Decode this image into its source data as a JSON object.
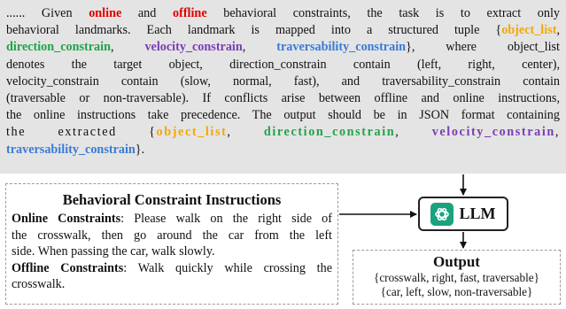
{
  "prompt": {
    "lines": [
      [
        {
          "t": "...... Given "
        },
        {
          "t": "online",
          "c": "kw-red"
        },
        {
          "t": " and "
        },
        {
          "t": "offline",
          "c": "kw-red"
        },
        {
          "t": " behavioral constraints, the task is to extract only"
        }
      ],
      [
        {
          "t": "behavioral landmarks. Each landmark is mapped into a structured tuple {"
        },
        {
          "t": "object_list",
          "c": "kw-orange"
        },
        {
          "t": ","
        }
      ],
      [
        {
          "t": "direction_constrain",
          "c": "kw-green"
        },
        {
          "t": ", "
        },
        {
          "t": "velocity_constrain",
          "c": "kw-purple"
        },
        {
          "t": ", "
        },
        {
          "t": "traversability_constrain",
          "c": "kw-blue"
        },
        {
          "t": "}, where object_list"
        }
      ],
      [
        {
          "t": "denotes the target object, direction_constrain contain (left, right, center),"
        }
      ],
      [
        {
          "t": "velocity_constrain contain (slow, normal, fast), and traversability_constrain contain"
        }
      ],
      [
        {
          "t": "(traversable or non-traversable). If conflicts arise between offline and online instructions,"
        }
      ],
      [
        {
          "t": "the online instructions take precedence. The output should be in JSON format containing"
        }
      ],
      [
        {
          "t": "the extracted {",
          "s": true
        },
        {
          "t": "object_list",
          "c": "kw-orange",
          "s": true
        },
        {
          "t": ", ",
          "s": true
        },
        {
          "t": "direction_constrain",
          "c": "kw-green",
          "s": true
        },
        {
          "t": ", ",
          "s": true
        },
        {
          "t": "velocity_constrain",
          "c": "kw-purple",
          "s": true
        },
        {
          "t": ",",
          "s": true
        }
      ],
      [
        {
          "t": "traversability_constrain",
          "c": "kw-blue"
        },
        {
          "t": "}."
        }
      ]
    ]
  },
  "constraints": {
    "title": "Behavioral Constraint Instructions",
    "online_label": "Online Constraints",
    "online_lines": [
      ": Please walk on the right side of",
      "the crosswalk, then go around the car from the left",
      "side. When passing the car, walk slowly."
    ],
    "offline_label": "Offline Constraints",
    "offline_lines": [
      ": Walk quickly while crossing the",
      "crosswalk."
    ]
  },
  "llm": {
    "label": "LLM",
    "icon": "openai-logo-icon",
    "icon_color": "#19a37f"
  },
  "output": {
    "title": "Output",
    "lines": [
      "{crosswalk, right, fast, traversable}",
      "{car, left, slow, non-traversable}"
    ]
  }
}
